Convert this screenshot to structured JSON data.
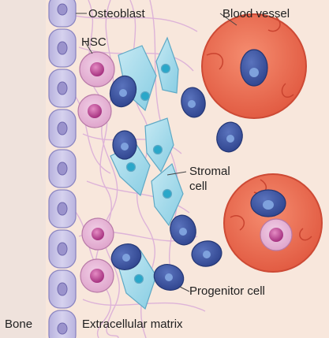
{
  "labels": {
    "osteoblast": "Osteoblast",
    "blood_vessel": "Blood vessel",
    "hsc": "HSC",
    "stromal_line1": "Stromal",
    "stromal_line2": "cell",
    "progenitor": "Progenitor cell",
    "bone": "Bone",
    "ecm": "Extracellular matrix"
  },
  "colors": {
    "background": "#f8e7dc",
    "osteoblast_fill": "#c8c3e6",
    "osteoblast_nucleus": "#9b93cc",
    "hsc_fill": "#e7b7d8",
    "hsc_nucleus": "#b5418f",
    "stromal_fill": "#a9dcec",
    "stromal_nucleus": "#2aa7c9",
    "progenitor_fill": "#3f58a6",
    "progenitor_nucleus": "#7ea1dd",
    "vessel_fill": "#ec7156",
    "vessel_edge": "#cd4a35",
    "matrix_fiber": "#d9aad8"
  }
}
